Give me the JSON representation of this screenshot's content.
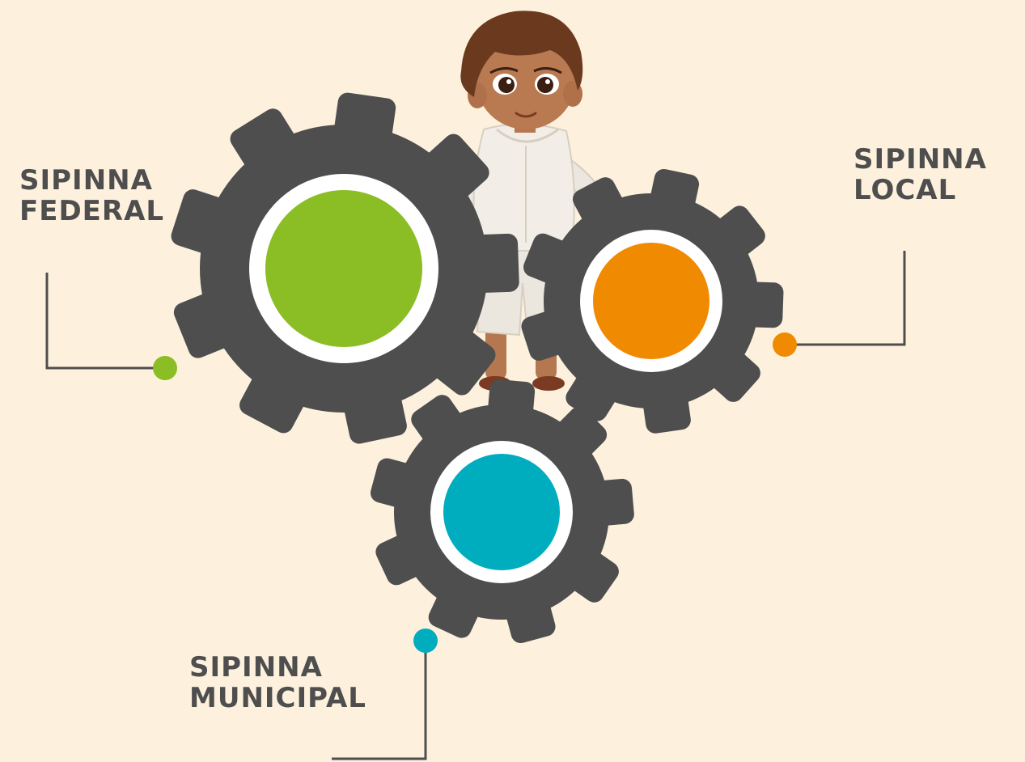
{
  "labels": {
    "federal": {
      "line1": "SIPINNA",
      "line2": "FEDERAL",
      "color": "#8bbd24"
    },
    "local": {
      "line1": "SIPINNA",
      "line2": "LOCAL",
      "color": "#f08a00"
    },
    "municipal": {
      "line1": "SIPINNA",
      "line2": "MUNICIPAL",
      "color": "#00adbe"
    }
  },
  "colors": {
    "background": "#fdf1de",
    "gear": "#4e4e4e",
    "ring": "#ffffff",
    "connector": "#4e4e4e"
  },
  "illustration": {
    "subject": "child-character",
    "icon": "child-illustration"
  }
}
